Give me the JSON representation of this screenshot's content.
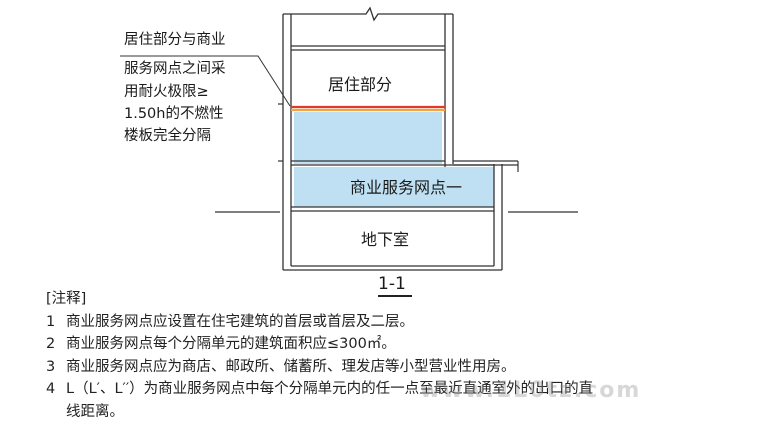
{
  "diagram": {
    "annotation_lines": [
      "居住部分与商业",
      "服务网点之间采",
      "用耐火极限≥",
      "1.50h的不燃性",
      "楼板完全分隔"
    ],
    "residential_label": "居住部分",
    "commercial_label": "商业服务网点一",
    "basement_label": "地下室",
    "section_label": "1-1",
    "colors": {
      "fill_blue": "#bfe0f3",
      "fire_slab_red": "#e23a2a",
      "fire_slab_orange": "#f4a43a",
      "line": "#333333"
    }
  },
  "notes": {
    "header": "[注释]",
    "items": [
      {
        "num": "1",
        "text": "商业服务网点应设置在住宅建筑的首层或首层及二层。"
      },
      {
        "num": "2",
        "text": "商业服务网点每个分隔单元的建筑面积应≤300㎡。"
      },
      {
        "num": "3",
        "text": "商业服务网点应为商店、邮政所、储蓄所、理发店等小型营业性用房。"
      },
      {
        "num": "4",
        "text": "L（L′、L′′）为商业服务网点中每个分隔单元内的任一点至最近直通室外的出口的直",
        "cont": "线距离。"
      }
    ]
  },
  "watermark": "www.1L0tz.com"
}
